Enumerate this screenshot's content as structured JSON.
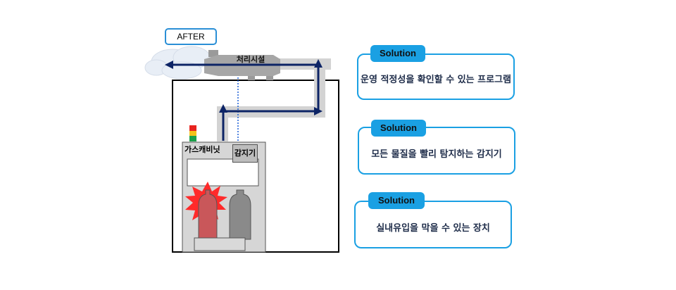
{
  "diagram": {
    "after_label": "AFTER",
    "facility_label": "처리시설",
    "cabinet_label": "가스캐비닛",
    "sensor_label": "감지기"
  },
  "solutions": [
    {
      "tag": "Solution",
      "text": "운영 적정성을 확인할 수 있는 프로그램"
    },
    {
      "tag": "Solution",
      "text": "모든 물질을 빨리 탐지하는 감지기"
    },
    {
      "tag": "Solution",
      "text": "실내유입을 막을 수 있는 장치"
    }
  ],
  "colors": {
    "accent": "#1aa0e3",
    "arrow": "#0d2466",
    "duct": "#d3d3d3",
    "alert": "#ff2a2a"
  }
}
